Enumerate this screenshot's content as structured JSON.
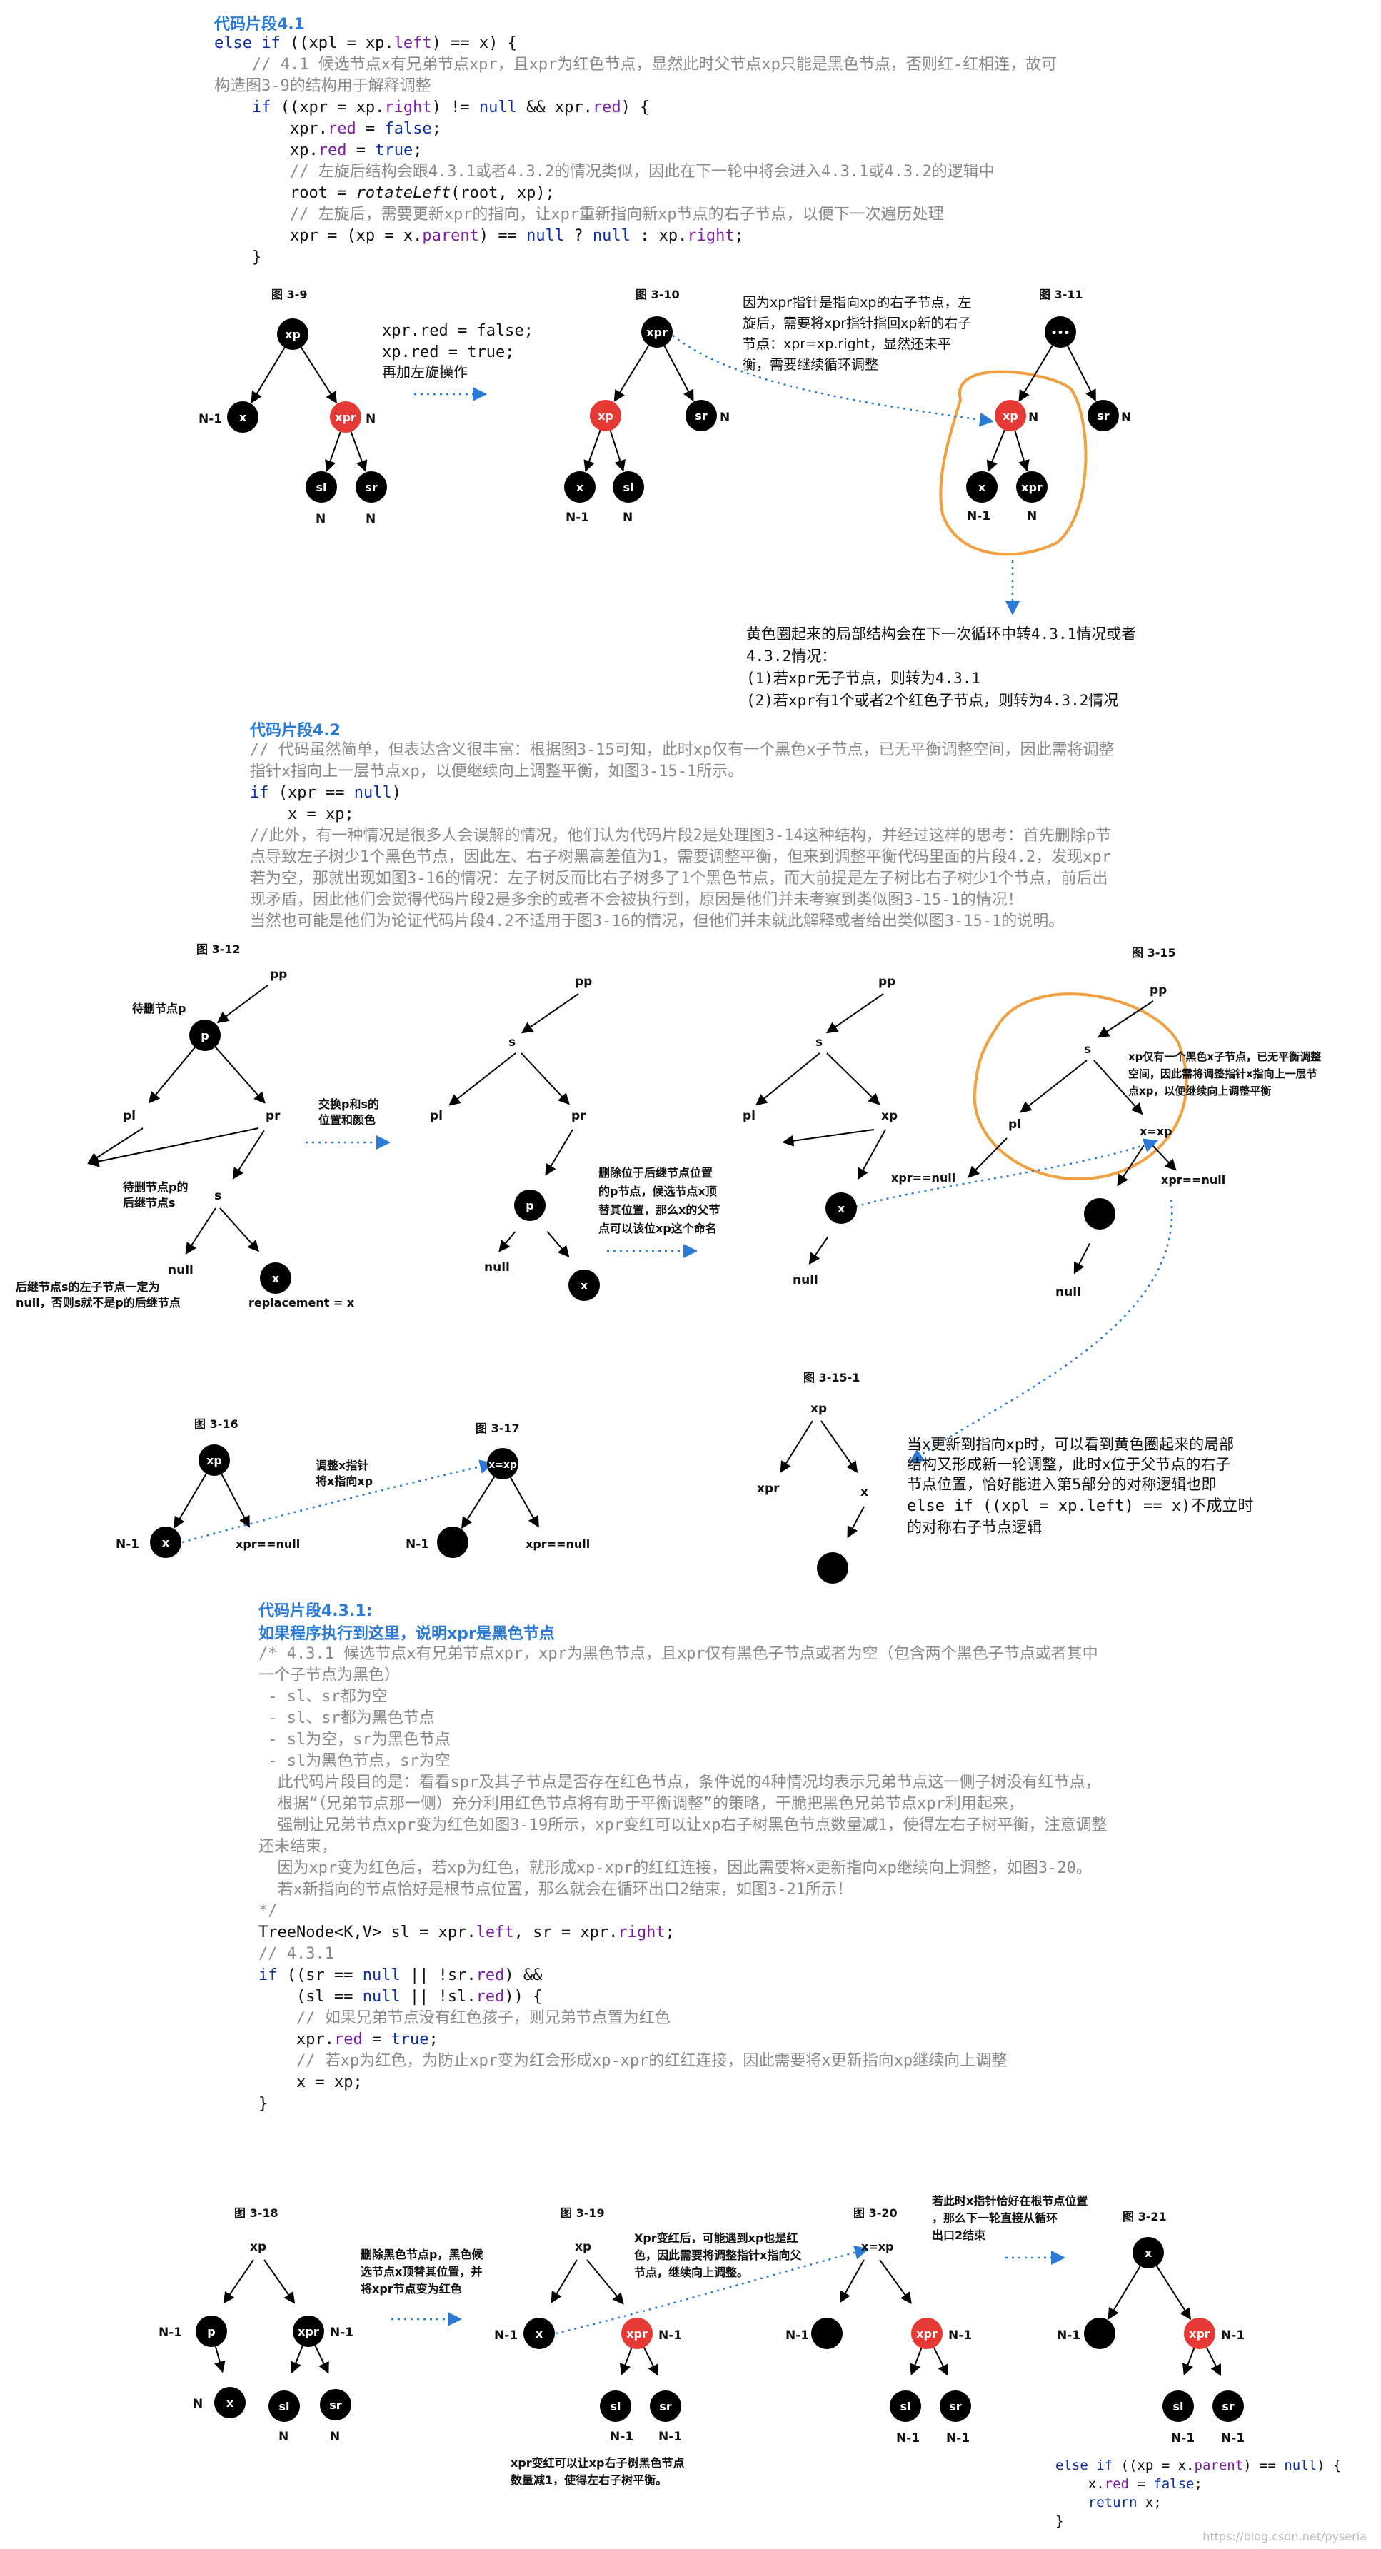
{
  "colors": {
    "red": "#e53935",
    "black": "#000000",
    "orange": "#f0a040",
    "blue": "#2b7bd6",
    "code_kw": "#0b2ea8",
    "code_comment": "#8a8a8a",
    "code_prop": "#7a1fa2"
  },
  "sections": {
    "s41": "代码片段4.1",
    "s42": "代码片段4.2",
    "s431": "代码片段4.3.1:",
    "s431_sub": "如果程序执行到这里，说明xpr是黑色节点"
  },
  "code41": [
    "else if ((xpl = xp.left) == x) {",
    "    // 4.1 候选节点x有兄弟节点xpr，且xpr为红色节点，显然此时父节点xp只能是黑色节点，否则红-红相连，故可",
    "构造图3-9的结构用于解释调整",
    "    if ((xpr = xp.right) != null && xpr.red) {",
    "        xpr.red = false;",
    "        xp.red = true;",
    "        // 左旋后结构会跟4.3.1或者4.3.2的情况类似，因此在下一轮中将会进入4.3.1或4.3.2的逻辑中",
    "        root = rotateLeft(root, xp);",
    "        // 左旋后，需要更新xpr的指向，让xpr重新指向新xp节点的右子节点，以便下一次遍历处理",
    "        xpr = (xp = x.parent) == null ? null : xp.right;",
    "    }"
  ],
  "code42": [
    "// 代码虽然简单，但表达含义很丰富：根据图3-15可知，此时xp仅有一个黑色x子节点，已无平衡调整空间，因此需将调整",
    "指针x指向上一层节点xp，以便继续向上调整平衡，如图3-15-1所示。",
    "if (xpr == null)",
    "    x = xp;",
    "//此外，有一种情况是很多人会误解的情况，他们认为代码片段2是处理图3-14这种结构，并经过这样的思考：首先删除p节",
    "点导致左子树少1个黑色节点，因此左、右子树黑高差值为1，需要调整平衡，但来到调整平衡代码里面的片段4.2，发现xpr",
    "若为空，那就出现如图3-16的情况：左子树反而比右子树多了1个黑色节点，而大前提是左子树比右子树少1个节点，前后出",
    "现矛盾，因此他们会觉得代码片段2是多余的或者不会被执行到，原因是他们并未考察到类似图3-15-1的情况！",
    "当然也可能是他们为论证代码片段4.2不适用于图3-16的情况，但他们并未就此解释或者给出类似图3-15-1的说明。"
  ],
  "code431": [
    "/* 4.3.1 候选节点x有兄弟节点xpr，xpr为黑色节点，且xpr仅有黑色子节点或者为空（包含两个黑色子节点或者其中",
    "一个子节点为黑色）",
    " - sl、sr都为空",
    " - sl、sr都为黑色节点",
    " - sl为空，sr为黑色节点",
    " - sl为黑色节点，sr为空",
    "  此代码片段目的是：看看spr及其子节点是否存在红色节点，条件说的4种情况均表示兄弟节点这一侧子树没有红节点，",
    "  根据“（兄弟节点那一侧）充分利用红色节点将有助于平衡调整”的策略，干脆把黑色兄弟节点xpr利用起来，",
    "  强制让兄弟节点xpr变为红色如图3-19所示，xpr变红可以让xp右子树黑色节点数量减1，使得左右子树平衡，注意调整",
    "还未结束，",
    "  因为xpr变为红色后，若xp为红色，就形成xp-xpr的红红连接，因此需要将x更新指向xp继续向上调整，如图3-20。",
    "  若x新指向的节点恰好是根节点位置，那么就会在循环出口2结束，如图3-21所示！",
    "*/",
    "TreeNode<K,V> sl = xpr.left, sr = xpr.right;",
    "// 4.3.1",
    "if ((sr == null || !sr.red) &&",
    "    (sl == null || !sl.red)) {",
    "    // 如果兄弟节点没有红色孩子，则兄弟节点置为红色",
    "    xpr.red = true;",
    "    // 若xp为红色，为防止xpr变为红会形成xp-xpr的红红连接，因此需要将x更新指向xp继续向上调整",
    "    x = xp;",
    "}"
  ],
  "code_end": [
    "else if ((xp = x.parent) == null) {",
    "    x.red = false;",
    "    return x;",
    "}"
  ],
  "fig": {
    "f39": "图 3-9",
    "f310": "图 3-10",
    "f311": "图 3-11",
    "f312": "图 3-12",
    "f315": "图 3-15",
    "f3151": "图 3-15-1",
    "f316": "图 3-16",
    "f317": "图 3-17",
    "f318": "图 3-18",
    "f319": "图 3-19",
    "f320": "图 3-20",
    "f321": "图 3-21"
  },
  "nodes": {
    "xp": "xp",
    "x": "x",
    "xpr": "xpr",
    "sl": "sl",
    "sr": "sr",
    "p": "p",
    "pp": "pp",
    "pl": "pl",
    "pr": "pr",
    "s": "s",
    "null": "null",
    "x_eq_xp": "x=xp",
    "dots": "•••",
    "N": "N",
    "N1": "N-1"
  },
  "labels": {
    "l39_code1": "xpr.red = false;",
    "l39_code2": "xp.red = true;",
    "l39_code3": "再加左旋操作",
    "l310_note": [
      "因为xpr指针是指向xp的右子节点，左",
      "旋后，需要将xpr指针指回xp新的右子",
      "节点：xpr=xp.right，显然还未平",
      "衡，需要继续循环调整"
    ],
    "l311_note": [
      "黄色圈起来的局部结构会在下一次循环中转4.3.1情况或者",
      "4.3.2情况：",
      "(1)若xpr无子节点，则转为4.3.1",
      "(2)若xpr有1个或者2个红色子节点，则转为4.3.2情况"
    ],
    "l312_del": "待删节点p",
    "l312_succ": [
      "待删节点p的",
      "后继节点s"
    ],
    "l312_swap": [
      "交换p和s的",
      "位置和颜色"
    ],
    "l312_null_note": [
      "后继节点s的左子节点一定为",
      "null，否则s就不是p的后继节点"
    ],
    "l312_repl": "replacement = x",
    "l314_note": [
      "删除位于后继节点位置",
      "的p节点，候选节点x顶",
      "替其位置，那么x的父节",
      "点可以该位xp这个命名"
    ],
    "l315_note": [
      "xp仅有一个黑色x子节点，已无平衡调整",
      "空间，因此需将调整指针x指向上一层节",
      "点xp，以便继续向上调整平衡"
    ],
    "xpr_null": "xpr==null",
    "l3151_note": [
      "当x更新到指向xp时，可以看到黄色圈起来的局部",
      "结构又形成新一轮调整，此时x位于父节点的右子",
      "节点位置，恰好能进入第5部分的对称逻辑也即"
    ],
    "l3151_code": [
      "else if ((xpl = xp.left) == x)不成立时",
      "的对称右子节点逻辑"
    ],
    "l316_note": [
      "调整x指针",
      "将x指向xp"
    ],
    "l318_note": [
      "删除黑色节点p，黑色候",
      "选节点x顶替其位置，并",
      "将xpr节点变为红色"
    ],
    "l319_note": [
      "Xpr变红后，可能遇到xp也是红",
      "色，因此需要将调整指针x指向父",
      "节点，继续向上调整。"
    ],
    "l319_bottom": [
      "xpr变红可以让xp右子树黑色节点",
      "数量减1，使得左右子树平衡。"
    ],
    "l320_note": [
      "若此时x指针恰好在根节点位置",
      "，那么下一轮直接从循环",
      "出口2结束"
    ]
  },
  "footer": "https://blog.csdn.net/pyseria"
}
